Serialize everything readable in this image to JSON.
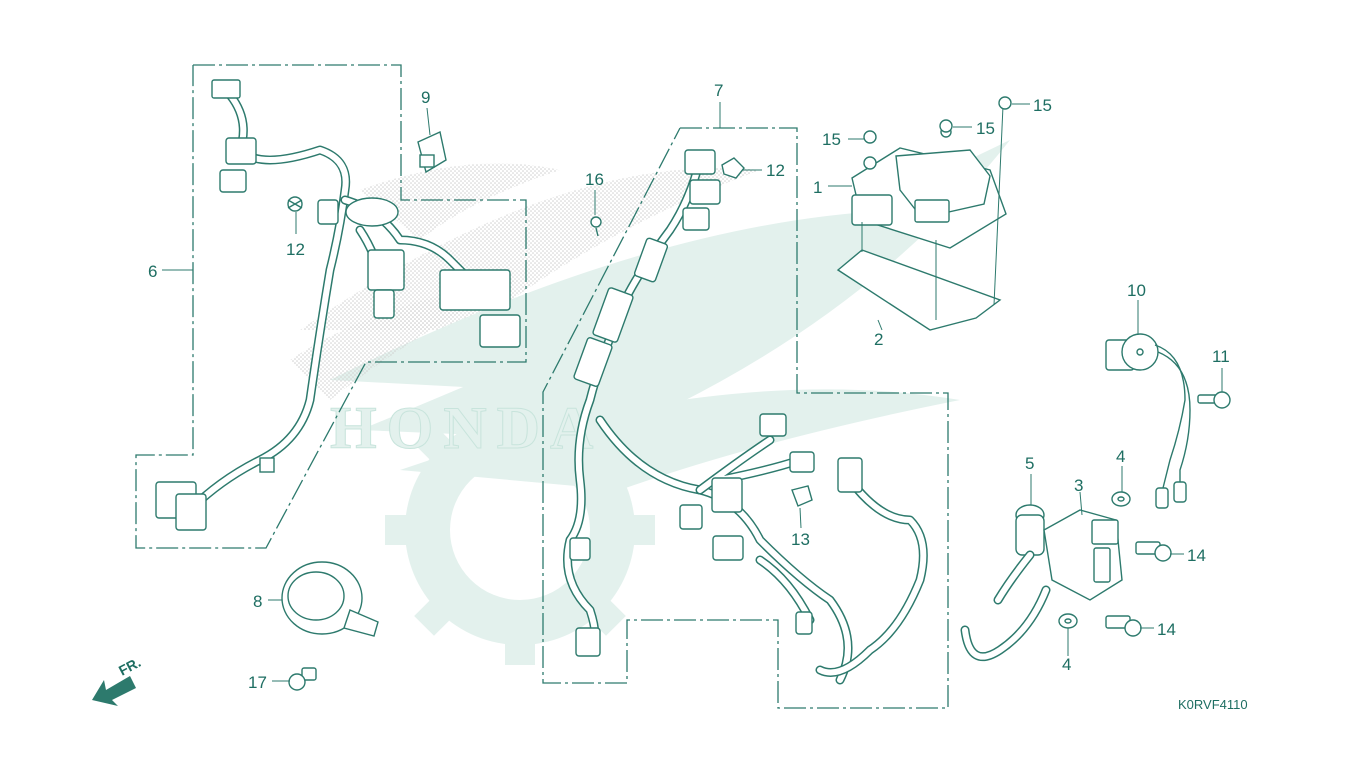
{
  "diagram": {
    "code": "K0RVF4110",
    "watermark": "HONDA",
    "front_arrow_label": "FR.",
    "colors": {
      "line": "#2d7a6d",
      "text": "#1e6e62",
      "watermark": "#e3f1ed",
      "stipple": "#d6d6d6"
    },
    "callouts": [
      {
        "id": "c1",
        "text": "1"
      },
      {
        "id": "c2",
        "text": "2"
      },
      {
        "id": "c3",
        "text": "3"
      },
      {
        "id": "c4a",
        "text": "4"
      },
      {
        "id": "c4b",
        "text": "4"
      },
      {
        "id": "c5",
        "text": "5"
      },
      {
        "id": "c6",
        "text": "6"
      },
      {
        "id": "c7",
        "text": "7"
      },
      {
        "id": "c8",
        "text": "8"
      },
      {
        "id": "c9",
        "text": "9"
      },
      {
        "id": "c10",
        "text": "10"
      },
      {
        "id": "c11",
        "text": "11"
      },
      {
        "id": "c12a",
        "text": "12"
      },
      {
        "id": "c12b",
        "text": "12"
      },
      {
        "id": "c13",
        "text": "13"
      },
      {
        "id": "c14a",
        "text": "14"
      },
      {
        "id": "c14b",
        "text": "14"
      },
      {
        "id": "c15a",
        "text": "15"
      },
      {
        "id": "c15b",
        "text": "15"
      },
      {
        "id": "c15c",
        "text": "15"
      },
      {
        "id": "c16",
        "text": "16"
      },
      {
        "id": "c17",
        "text": "17"
      }
    ]
  }
}
